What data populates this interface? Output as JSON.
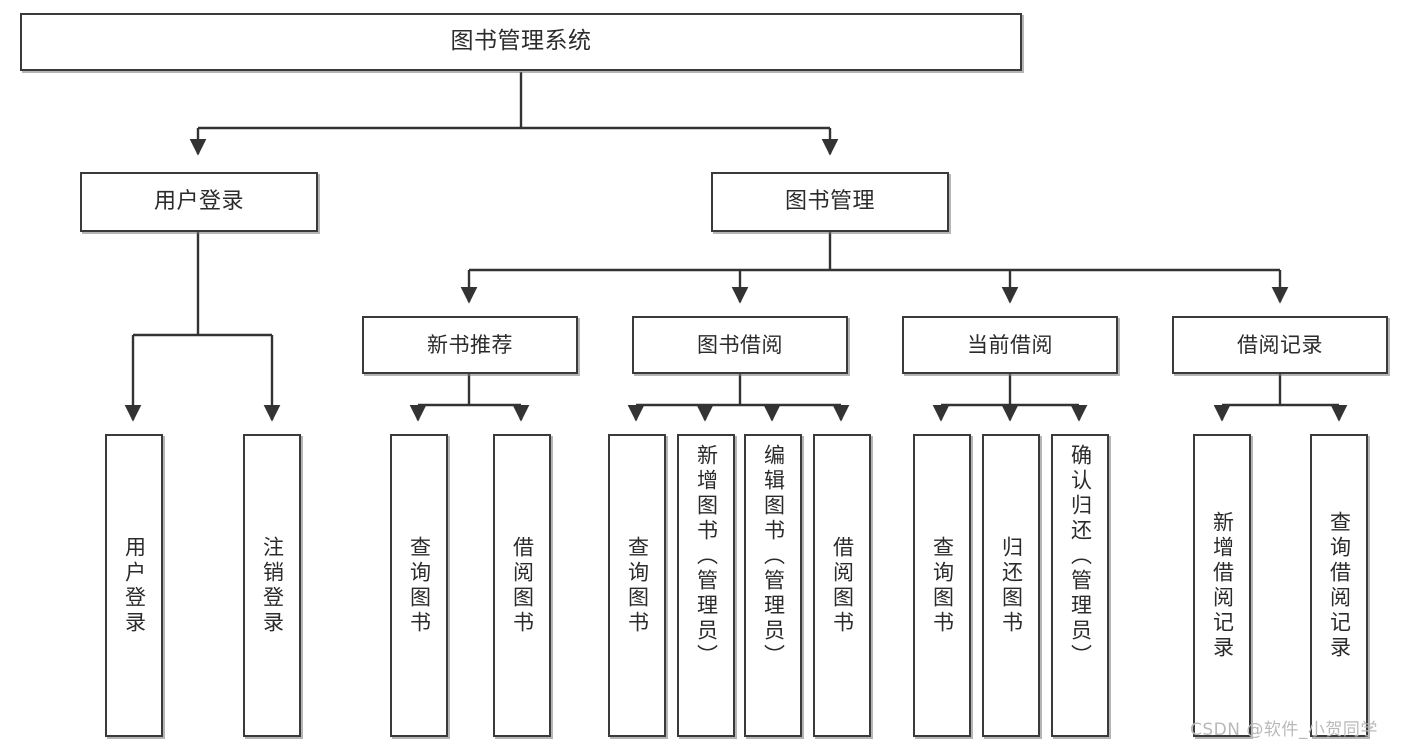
{
  "diagram": {
    "title": "图书管理系统",
    "type": "tree",
    "watermark": "CSDN @软件_小贺同学",
    "colors": {
      "border": "#3a3a3a",
      "fill": "#ffffff",
      "text": "#2b2b2b",
      "edge": "#333333",
      "shadow": "#787878",
      "watermark": "#b9b9b9"
    },
    "nodes": {
      "root": {
        "label": "图书管理系统"
      },
      "level2": [
        {
          "label": "用户登录"
        },
        {
          "label": "图书管理"
        }
      ],
      "level3": [
        {
          "label": "新书推荐"
        },
        {
          "label": "图书借阅"
        },
        {
          "label": "当前借阅"
        },
        {
          "label": "借阅记录"
        }
      ],
      "leaves": {
        "user_login": [
          {
            "label": "用户登录"
          },
          {
            "label": "注销登录"
          }
        ],
        "new_book": [
          {
            "label": "查询图书"
          },
          {
            "label": "借阅图书"
          }
        ],
        "book_borrow": [
          {
            "label": "查询图书"
          },
          {
            "label": "新增图书（管理员）"
          },
          {
            "label": "编辑图书（管理员）"
          },
          {
            "label": "借阅图书"
          }
        ],
        "current_borrow": [
          {
            "label": "查询图书"
          },
          {
            "label": "归还图书"
          },
          {
            "label": "确认归还（管理员）"
          }
        ],
        "borrow_record": [
          {
            "label": "新增借阅记录"
          },
          {
            "label": "查询借阅记录"
          }
        ]
      }
    }
  }
}
